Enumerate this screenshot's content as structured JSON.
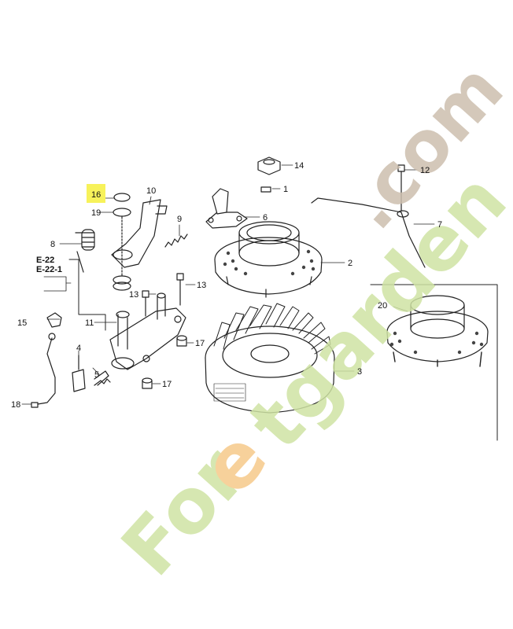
{
  "watermark": {
    "text_orange": "e",
    "text_green": "For",
    "text_green2": "tgarden",
    "text_tan": ".com",
    "colors": {
      "green": "#cfe3a3",
      "orange": "#f6c98a",
      "tan": "#cdbfae"
    }
  },
  "highlight": {
    "color": "#f7f25a"
  },
  "callouts": {
    "c1": "1",
    "c2": "2",
    "c3": "3",
    "c4": "4",
    "c5": "5",
    "c6": "6",
    "c7": "7",
    "c8": "8",
    "c9": "9",
    "c10": "10",
    "c11": "11",
    "c12": "12",
    "c13a": "13",
    "c13b": "13",
    "c14": "14",
    "c15": "15",
    "c16": "16",
    "c17a": "17",
    "c17b": "17",
    "c18": "18",
    "c19": "19",
    "c20": "20"
  },
  "refs": {
    "r1": "E-22",
    "r2": "E-22-1"
  }
}
